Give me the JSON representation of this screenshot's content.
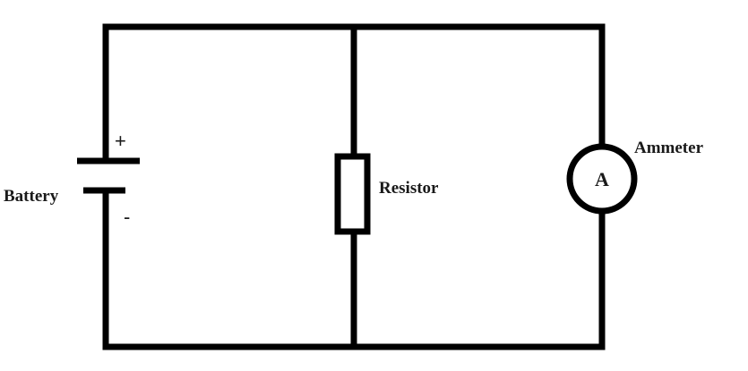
{
  "labels": {
    "battery": "Battery",
    "resistor": "Resistor",
    "ammeter": "Ammeter",
    "ammeter_symbol": "A",
    "plus": "+",
    "minus": "-"
  },
  "colors": {
    "wire": "#000000",
    "background": "#ffffff"
  }
}
